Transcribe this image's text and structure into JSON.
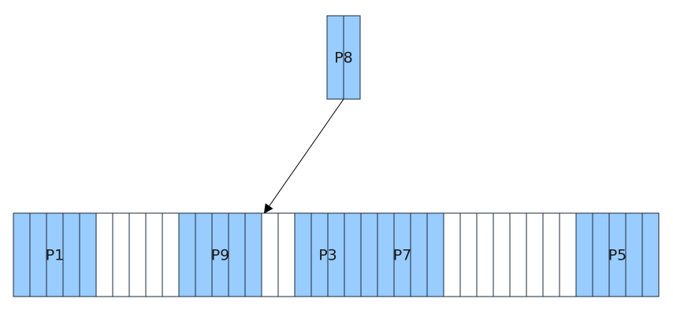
{
  "colors": {
    "filled": "#99ccff",
    "empty": "#ffffff",
    "stroke": "#1a2a3a",
    "arrow": "#000000"
  },
  "incoming": {
    "label": "P8",
    "cells": 2
  },
  "memory": {
    "total_cells": 39,
    "segments": [
      {
        "type": "process",
        "label": "P1",
        "cells": 5
      },
      {
        "type": "free",
        "label": "",
        "cells": 5
      },
      {
        "type": "process",
        "label": "P9",
        "cells": 5
      },
      {
        "type": "free",
        "label": "",
        "cells": 2
      },
      {
        "type": "process",
        "label": "P3",
        "cells": 4
      },
      {
        "type": "process",
        "label": "P7",
        "cells": 5
      },
      {
        "type": "free",
        "label": "",
        "cells": 8
      },
      {
        "type": "process",
        "label": "P5",
        "cells": 5
      }
    ]
  },
  "arrow": {
    "from": "P8",
    "to_segment_index": 3
  }
}
